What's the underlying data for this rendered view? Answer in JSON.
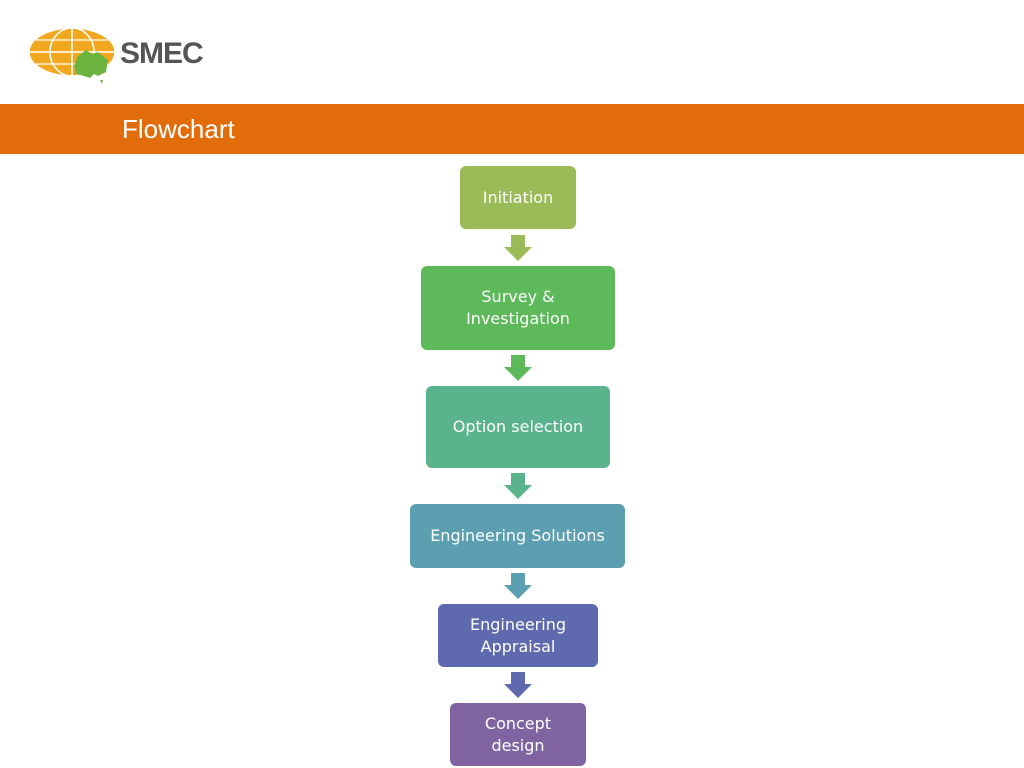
{
  "logo": {
    "text": "SMEC",
    "icon": "globe-australia-icon",
    "colors": {
      "globe": "#f0a020",
      "australia": "#6db33f",
      "wordmark": "#555555"
    }
  },
  "header": {
    "title": "Flowchart",
    "color": "#e36c0a"
  },
  "flowchart": {
    "nodes": [
      {
        "label": "Initiation",
        "color": "#9bbb59"
      },
      {
        "label": "Survey & Investigation",
        "color": "#5eb95b"
      },
      {
        "label": "Option selection",
        "color": "#5ab38c"
      },
      {
        "label": "Engineering Solutions",
        "color": "#5c9fb0"
      },
      {
        "label": "Engineering Appraisal",
        "color": "#5f69ad"
      },
      {
        "label": "Concept design",
        "color": "#8064a2"
      }
    ],
    "arrow_colors": [
      "#9bbb59",
      "#5eb95b",
      "#5ab38c",
      "#5c9fb0",
      "#5f69ad"
    ]
  }
}
